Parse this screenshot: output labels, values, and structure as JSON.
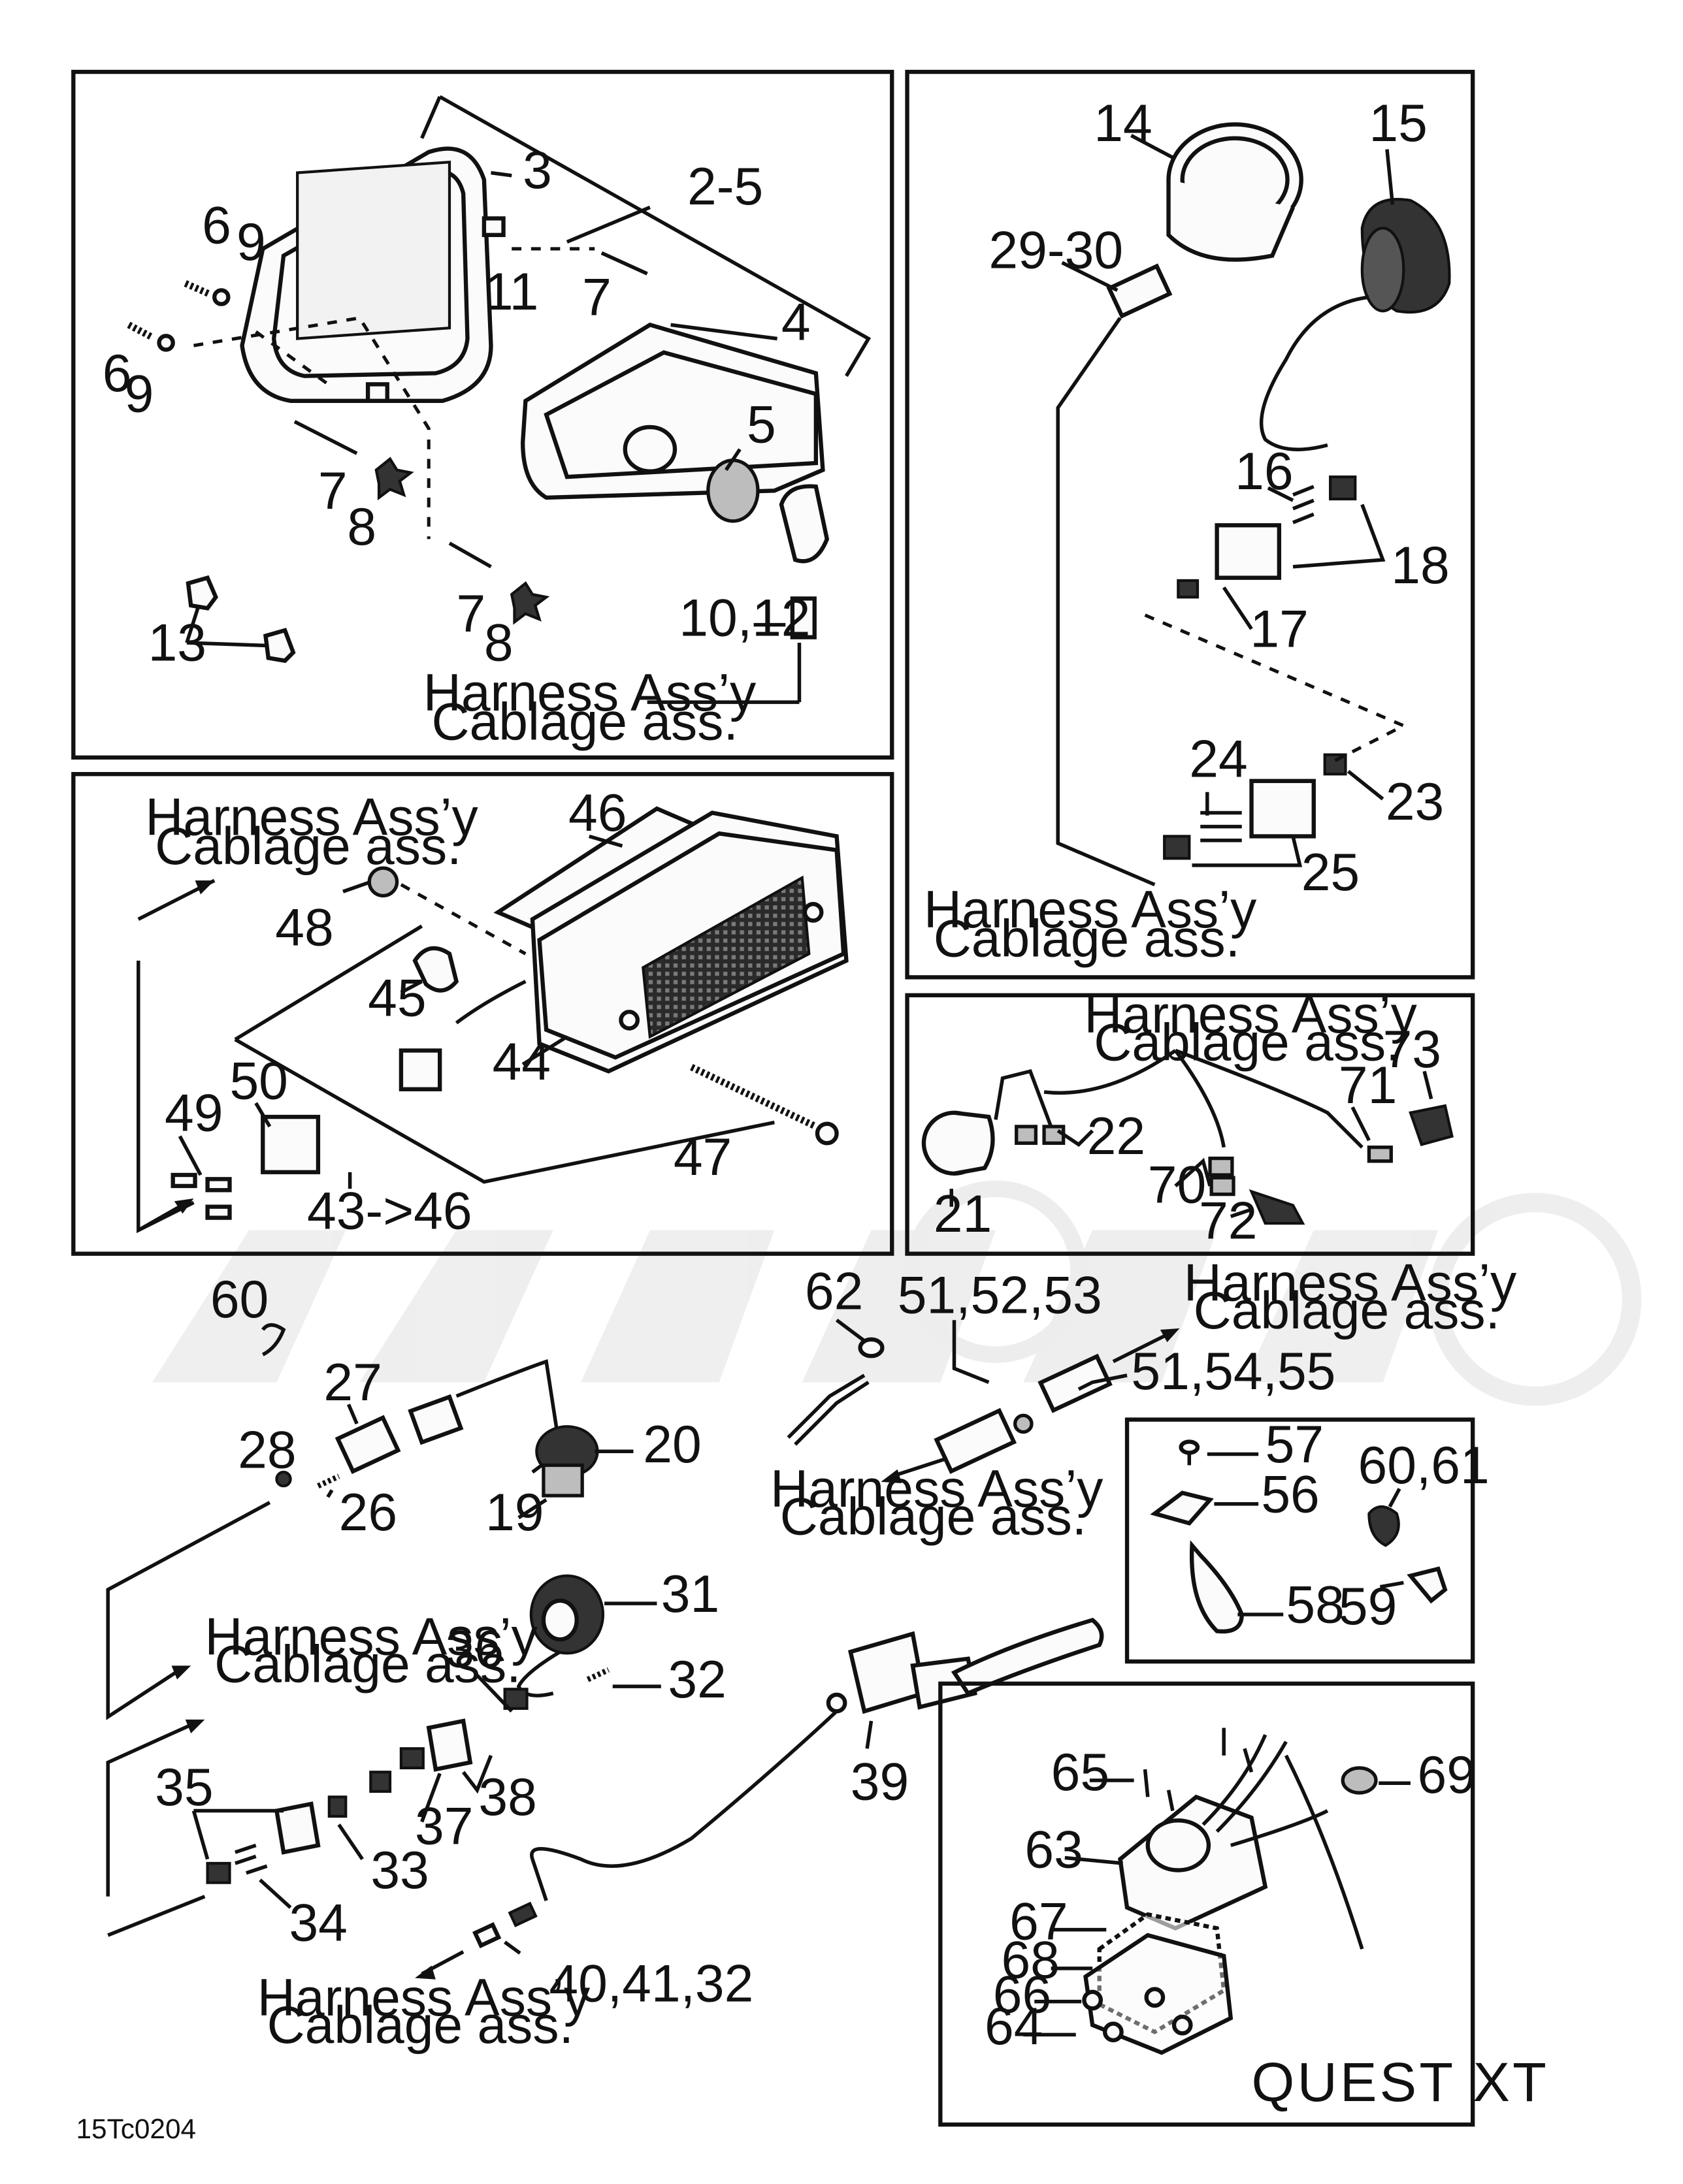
{
  "diagram": {
    "code": "15Tc0204",
    "model_label": "QUEST  XT",
    "harness_line1": "Harness Ass’y",
    "harness_line2": "Cablage ass.",
    "watermark": "ArchMoto",
    "callouts": {
      "c3": "3",
      "c25r": "2-5",
      "c4": "4",
      "c5": "5",
      "c6a": "6",
      "c9a": "9",
      "c6b": "6",
      "c9b": "9",
      "c11": "11",
      "c7a": "7",
      "c7b": "7",
      "c7c": "7",
      "c8a": "8",
      "c8b": "8",
      "c13": "13",
      "c1012": "10,12",
      "c14": "14",
      "c15": "15",
      "c2930": "29-30",
      "c16": "16",
      "c18": "18",
      "c17": "17",
      "c24": "24",
      "c23": "23",
      "c25": "25",
      "c46": "46",
      "c48": "48",
      "c45": "45",
      "c44": "44",
      "c47": "47",
      "c49": "49",
      "c50": "50",
      "c4346": "43->46",
      "c73": "73",
      "c71": "71",
      "c22": "22",
      "c21": "21",
      "c70": "70",
      "c72": "72",
      "c60": "60",
      "c27": "27",
      "c28": "28",
      "c26": "26",
      "c20": "20",
      "c19": "19",
      "c62": "62",
      "c515253": "51,52,53",
      "c515455": "51,54,55",
      "c57": "57",
      "c56": "56",
      "c6061": "60,61",
      "c58": "58",
      "c59": "59",
      "c31": "31",
      "c36": "36",
      "c32": "32",
      "c35": "35",
      "c37": "37",
      "c38": "38",
      "c33": "33",
      "c34": "34",
      "c39": "39",
      "c404132": "40,41,32",
      "c65": "65",
      "c69": "69",
      "c63": "63",
      "c67": "67",
      "c68": "68",
      "c66": "66",
      "c64": "64"
    }
  }
}
